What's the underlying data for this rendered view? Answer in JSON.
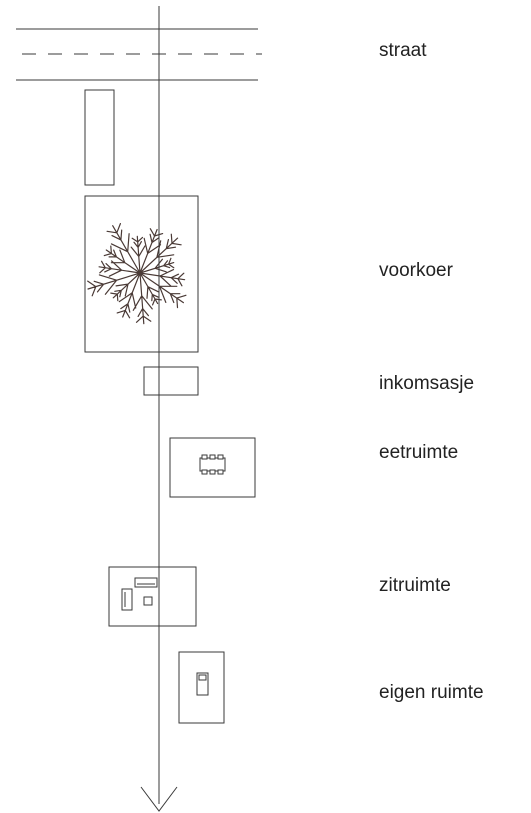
{
  "labels": {
    "straat": "straat",
    "voorkoer": "voorkoer",
    "inkomsasje": "inkomsasje",
    "eetruimte": "eetruimte",
    "zitruimte": "zitruimte",
    "eigen_ruimte": "eigen ruimte"
  },
  "colors": {
    "line": "#3a3a3a",
    "tree": "#4a3a36",
    "text": "#222222",
    "background": "#ffffff"
  }
}
